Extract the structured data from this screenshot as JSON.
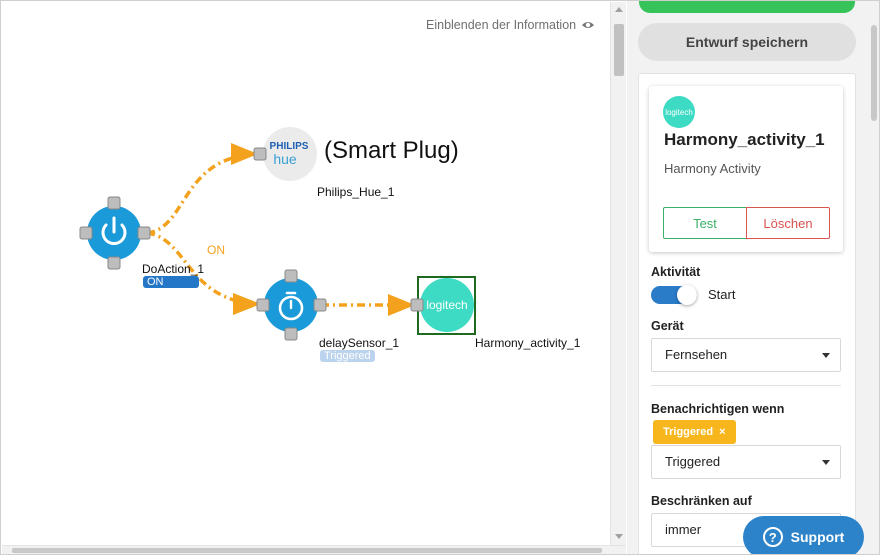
{
  "canvas": {
    "info_toggle": "Einblenden der Information",
    "edge_label": "ON",
    "nodes": {
      "do_action": {
        "label": "DoAction_1",
        "badge": "ON"
      },
      "philips_hue": {
        "label": "Philips_Hue_1",
        "brand_top": "PHILIPS",
        "brand_bottom": "hue",
        "annotation": "(Smart Plug)"
      },
      "delay_sensor": {
        "label": "delaySensor_1",
        "badge": "Triggered"
      },
      "harmony": {
        "label": "Harmony_activity_1",
        "brand": "logitech"
      }
    }
  },
  "sidebar": {
    "save_draft": "Entwurf speichern",
    "card": {
      "avatar": "logitech",
      "title": "Harmony_activity_1",
      "subtitle": "Harmony Activity",
      "test": "Test",
      "delete": "Löschen"
    },
    "activity": {
      "label": "Aktivität",
      "toggle_text": "Start",
      "on": true
    },
    "device": {
      "label": "Gerät",
      "value": "Fernsehen"
    },
    "notify": {
      "label": "Benachrichtigen wenn",
      "chip": "Triggered",
      "chip_remove": "×",
      "value": "Triggered"
    },
    "restrict": {
      "label": "Beschränken auf",
      "value": "immer"
    }
  },
  "support": {
    "label": "Support",
    "icon": "?"
  },
  "colors": {
    "node_blue": "#1a9ad9",
    "edge_orange": "#f4a21d",
    "logitech_teal": "#3ddbc3",
    "accent_blue": "#2a7bc8",
    "chip_yellow": "#f6b61c"
  }
}
